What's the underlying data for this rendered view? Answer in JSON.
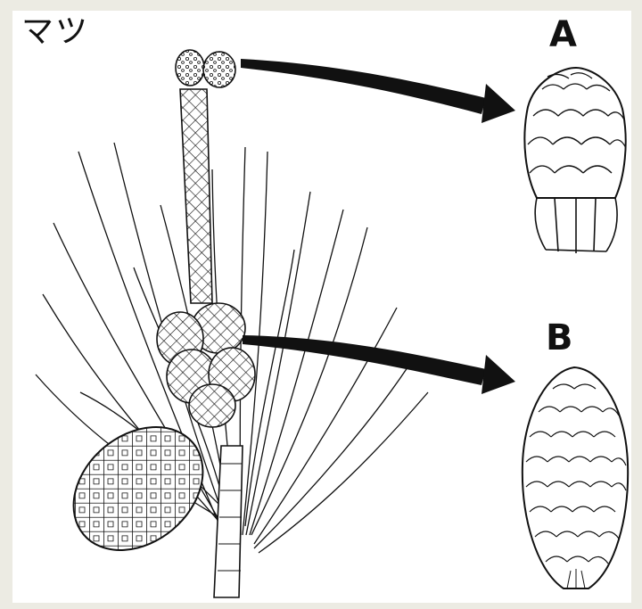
{
  "title": "マツ",
  "labels": {
    "a": "A",
    "b": "B"
  },
  "colors": {
    "background": "#ecebe3",
    "panel": "#ffffff",
    "ink": "#111111"
  }
}
